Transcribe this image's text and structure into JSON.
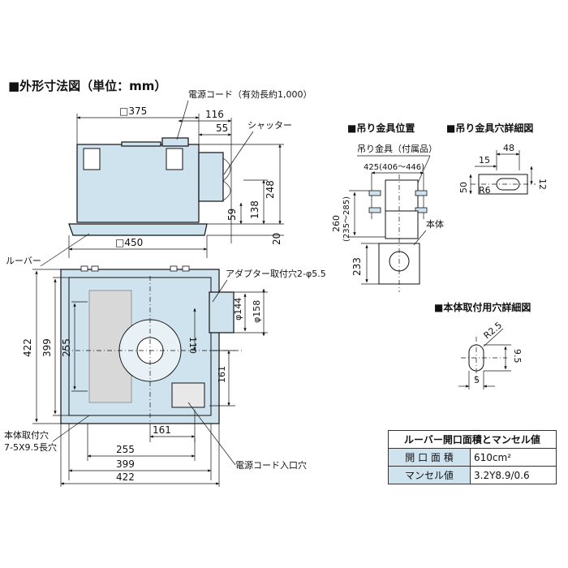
{
  "title": "■外形寸法図（単位：mm）",
  "main_view": {
    "power_cord_note": "電源コード（有効長約1,000）",
    "shutter_label": "シャッター",
    "louver_label": "ルーバー",
    "adapter_holes": "アダプター取付穴2-φ5.5",
    "body_mount_holes_line1": "本体取付穴",
    "body_mount_holes_line2": "7-5X9.5長穴",
    "power_cord_entry": "電源コード入口穴",
    "dims": {
      "sq375": "□375",
      "sq450": "□450",
      "d116": "116",
      "d55": "55",
      "d248": "248",
      "d138": "138",
      "d59": "59",
      "d20": "20",
      "phi144": "φ144",
      "phi158": "φ158",
      "d110": "110",
      "d161v": "161",
      "d422v": "422",
      "d399v": "399",
      "d255v": "255",
      "d161h": "161",
      "d255h": "255",
      "d399h": "399",
      "d422h": "422"
    }
  },
  "hanger_position": {
    "title": "■吊り金具位置",
    "fitting_label": "吊り金具（付属品）",
    "d425": "425(406～446)",
    "d260": "260",
    "d260_range": "(235～285)",
    "body_label": "本体",
    "d233": "233"
  },
  "hanger_hole_detail": {
    "title": "■吊り金具穴詳細図",
    "d48": "48",
    "d15": "15",
    "d12": "12",
    "d50": "50",
    "r6": "R6"
  },
  "body_hole_detail": {
    "title": "■本体取付用穴詳細図",
    "r25": "R2.5",
    "d95": "9.5",
    "d5": "5"
  },
  "spec_table": {
    "header": "ルーバー開口面積とマンセル値",
    "rows": [
      {
        "label": "開 口 面 積",
        "value": "610cm²"
      },
      {
        "label": "マンセル値",
        "value": "3.2Y8.9/0.6"
      }
    ]
  },
  "colors": {
    "body": "#cfe3ef",
    "line": "#111111",
    "grille": "#d8d8d8"
  }
}
